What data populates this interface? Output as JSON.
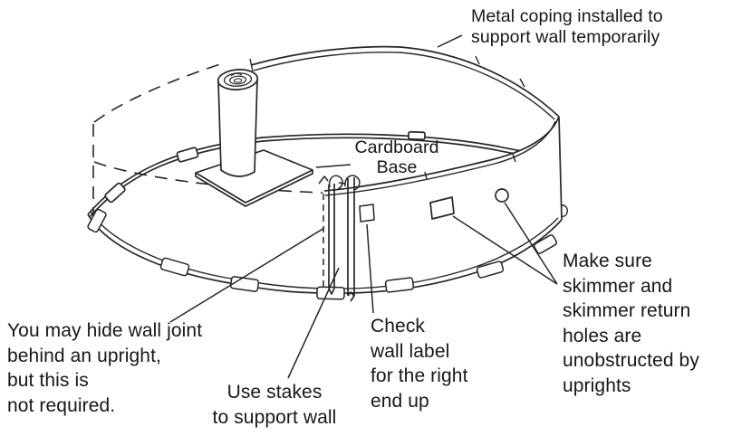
{
  "figure": {
    "colors": {
      "background": "#ffffff",
      "line": "#26262b",
      "text": "#17171c"
    },
    "labels": {
      "metal_coping": "Metal coping installed to\nsupport wall temporarily",
      "cardboard_base": "Cardboard\nBase",
      "wall_joint_note": "You may hide wall joint\nbehind an upright,\nbut this is\nnot required.",
      "stakes_note": "Use stakes\nto support wall",
      "wall_label_note": "Check\nwall label\nfor the right\nend up",
      "skimmer_note": "Make sure\nskimmer and\nskimmer return\nholes are\nunobstructed by\nuprights"
    }
  }
}
